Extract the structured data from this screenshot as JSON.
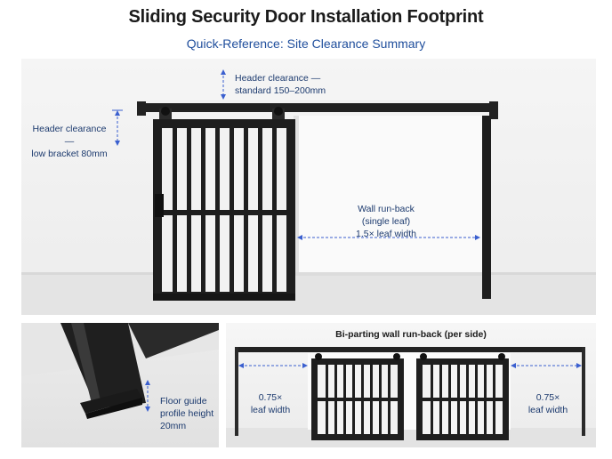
{
  "header": {
    "title": "Sliding Security Door Installation Footprint",
    "subtitle": "Quick-Reference: Site Clearance Summary"
  },
  "main_panel": {
    "header_clearance_standard": [
      "Header clearance —",
      "standard 150–200mm"
    ],
    "header_clearance_low": [
      "Header clearance —",
      "low bracket 80mm"
    ],
    "wall_runback": [
      "Wall run-back",
      "(single leaf)",
      "1.5× leaf width"
    ]
  },
  "floor_panel": {
    "floor_guide": [
      "Floor guide",
      "profile height",
      "20mm"
    ]
  },
  "biparting_panel": {
    "title": "Bi-parting wall run-back (per side)",
    "left_label": [
      "0.75×",
      "leaf width"
    ],
    "right_label": [
      "0.75×",
      "leaf width"
    ]
  },
  "colors": {
    "annotation": "#1c3a6e",
    "dimension_line": "#3a5fcf",
    "frame": "#1e1e1e",
    "subtitle": "#1f4e9c"
  }
}
